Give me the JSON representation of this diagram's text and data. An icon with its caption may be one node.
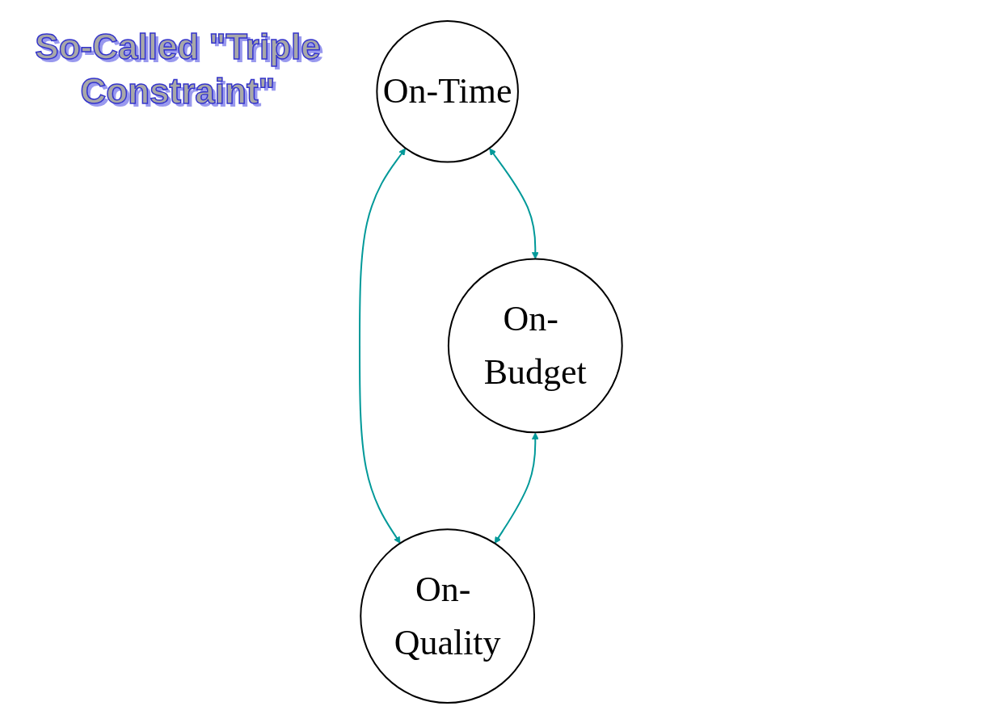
{
  "diagram": {
    "nodes": [
      {
        "text": [
          "On-Time"
        ]
      },
      {
        "text": [
          "On- Budget"
        ]
      },
      {
        "text": [
          "On- Quality"
        ]
      }
    ],
    "edges": [
      {
        "from": 0,
        "to": 1,
        "arrow": "both"
      },
      {
        "from": 0,
        "to": 2,
        "arrow": "both"
      },
      {
        "from": 1,
        "to": 2,
        "arrow": "both"
      }
    ],
    "labels": [
      "So-Called \"Triple Constraint\""
    ]
  }
}
